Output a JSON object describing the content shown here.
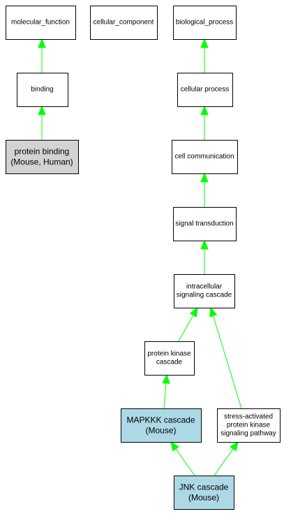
{
  "colors": {
    "edge": "#00ff00",
    "node_border": "#000000",
    "node_default": "#ffffff",
    "node_gray": "#d3d3d3",
    "node_blue": "#add8e6"
  },
  "nodes": [
    {
      "id": "molecular_function",
      "lines": [
        "molecular_function"
      ],
      "fill": "white"
    },
    {
      "id": "cellular_component",
      "lines": [
        "cellular_component"
      ],
      "fill": "white"
    },
    {
      "id": "biological_process",
      "lines": [
        "biological_process"
      ],
      "fill": "white"
    },
    {
      "id": "binding",
      "lines": [
        "binding"
      ],
      "fill": "white"
    },
    {
      "id": "cellular_process",
      "lines": [
        "cellular process"
      ],
      "fill": "white"
    },
    {
      "id": "protein_binding",
      "lines": [
        "protein binding",
        "(Mouse, Human)"
      ],
      "fill": "gray"
    },
    {
      "id": "cell_communication",
      "lines": [
        "cell communication"
      ],
      "fill": "white"
    },
    {
      "id": "signal_transduction",
      "lines": [
        "signal transduction"
      ],
      "fill": "white"
    },
    {
      "id": "intracellular_signaling_cascade",
      "lines": [
        "intracellular",
        "signaling cascade"
      ],
      "fill": "white"
    },
    {
      "id": "protein_kinase_cascade",
      "lines": [
        "protein kinase",
        "cascade"
      ],
      "fill": "white"
    },
    {
      "id": "mapkkk_cascade",
      "lines": [
        "MAPKKK cascade",
        "(Mouse)"
      ],
      "fill": "blue"
    },
    {
      "id": "stress_activated",
      "lines": [
        "stress-activated",
        "protein kinase",
        "signaling pathway"
      ],
      "fill": "white"
    },
    {
      "id": "jnk_cascade",
      "lines": [
        "JNK cascade",
        "(Mouse)"
      ],
      "fill": "blue"
    }
  ],
  "edges": [
    {
      "from": "binding",
      "to": "molecular_function"
    },
    {
      "from": "protein_binding",
      "to": "binding"
    },
    {
      "from": "cellular_process",
      "to": "biological_process"
    },
    {
      "from": "cell_communication",
      "to": "cellular_process"
    },
    {
      "from": "signal_transduction",
      "to": "cell_communication"
    },
    {
      "from": "intracellular_signaling_cascade",
      "to": "signal_transduction"
    },
    {
      "from": "protein_kinase_cascade",
      "to": "intracellular_signaling_cascade"
    },
    {
      "from": "stress_activated",
      "to": "intracellular_signaling_cascade"
    },
    {
      "from": "mapkkk_cascade",
      "to": "protein_kinase_cascade"
    },
    {
      "from": "jnk_cascade",
      "to": "mapkkk_cascade"
    },
    {
      "from": "jnk_cascade",
      "to": "stress_activated"
    }
  ]
}
